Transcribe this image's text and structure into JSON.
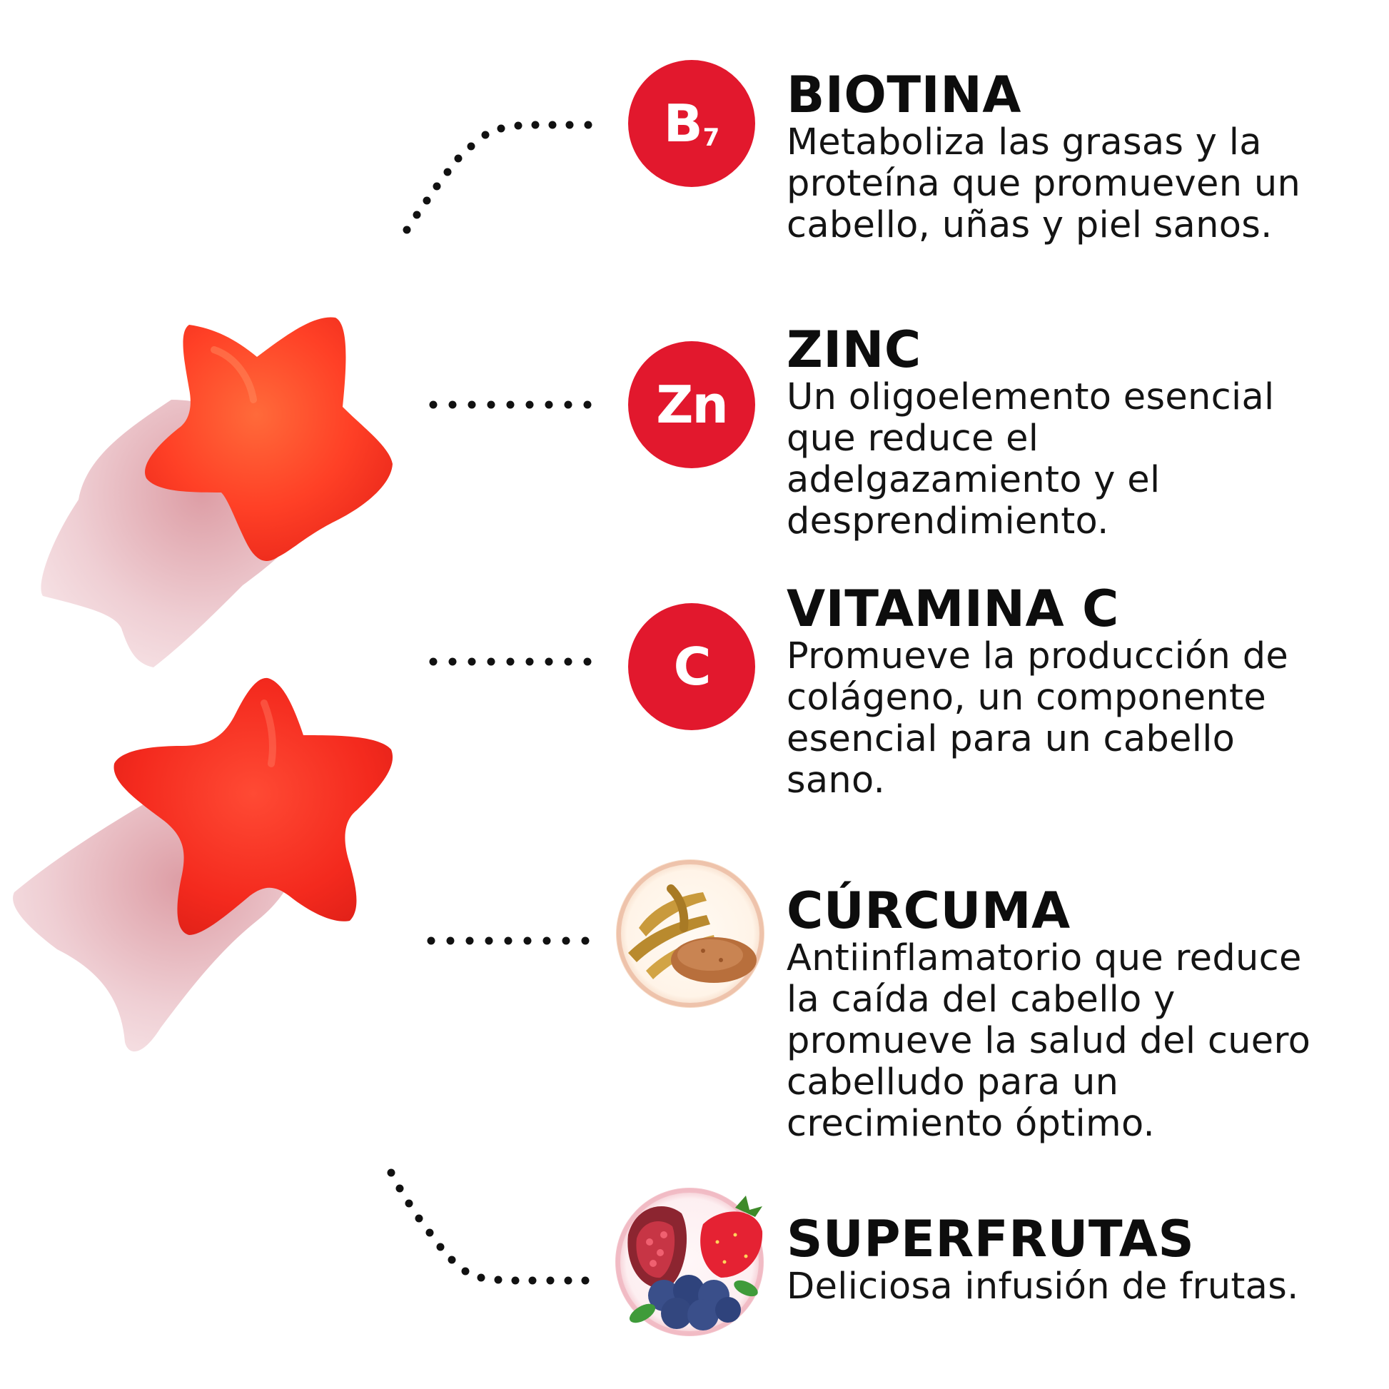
{
  "colors": {
    "badge_red": "#e2182d",
    "text": "#111111",
    "gummy": "#ff3a24"
  },
  "items": [
    {
      "title": "BIOTINA",
      "desc": [
        "Metaboliza las grasas y la",
        "proteína que promueven un",
        "cabello, uñas y piel sanos."
      ],
      "badge_main": "B",
      "badge_sub": "7",
      "icon": "b7-badge-icon"
    },
    {
      "title": "ZINC",
      "desc": [
        "Un oligoelemento esencial",
        "que reduce el",
        "adelgazamiento y el",
        "desprendimiento."
      ],
      "badge_main": "Zn",
      "icon": "zn-badge-icon"
    },
    {
      "title": "VITAMINA C",
      "desc": [
        "Promueve la producción de",
        "colágeno, un componente",
        "esencial para un cabello",
        "sano."
      ],
      "badge_main": "C",
      "icon": "c-badge-icon"
    },
    {
      "title": "CÚRCUMA",
      "desc": [
        "Antiinflamatorio que reduce",
        "la caída del cabello y",
        "promueve la salud del cuero",
        "cabelludo para un",
        "crecimiento óptimo."
      ],
      "icon": "turmeric-photo-icon"
    },
    {
      "title": "SUPERFRUTAS",
      "desc": [
        "Deliciosa infusión de frutas."
      ],
      "icon": "superfruits-photo-icon"
    }
  ]
}
